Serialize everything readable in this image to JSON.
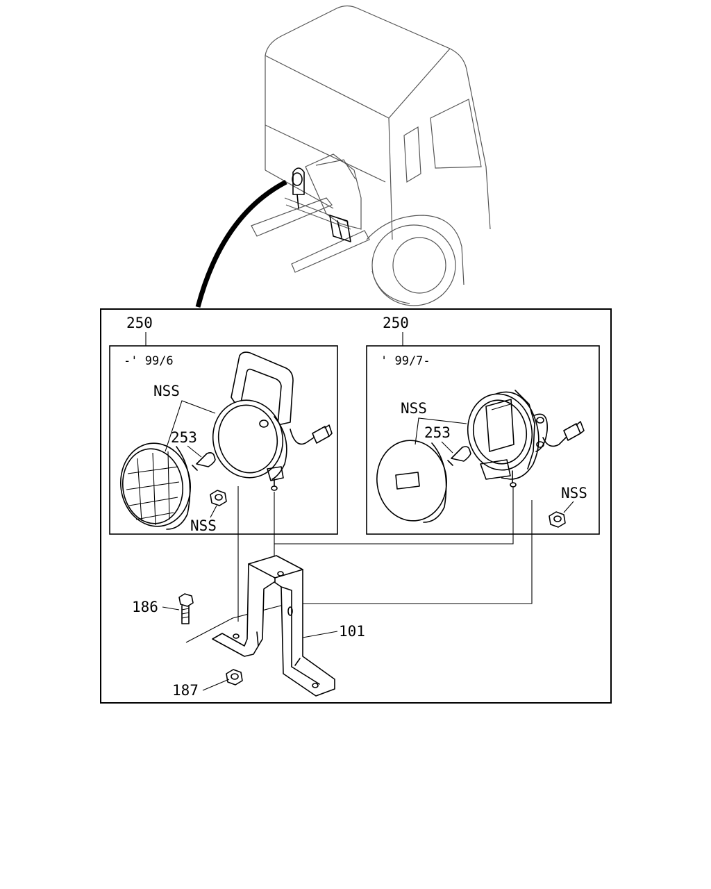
{
  "labels": {
    "left_group_ref": "250",
    "right_group_ref": "250",
    "left_variant": "-' 99/6",
    "right_variant": "' 99/7-",
    "left_nss_top": "NSS",
    "left_nss_bottom": "NSS",
    "right_nss_top": "NSS",
    "right_nss_side": "NSS",
    "left_bulb": "253",
    "right_bulb": "253",
    "bolt": "186",
    "nut": "187",
    "bracket": "101"
  }
}
